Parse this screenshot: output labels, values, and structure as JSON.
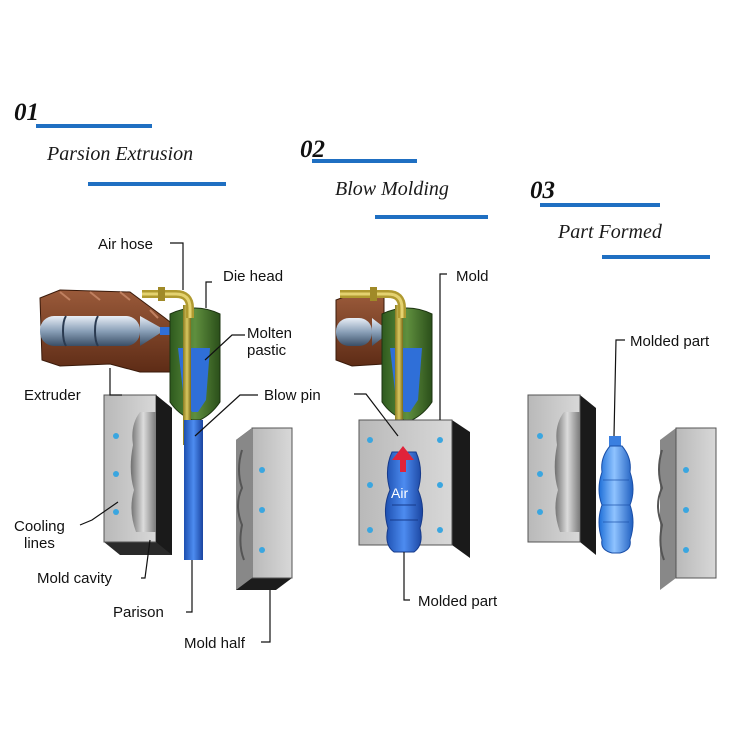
{
  "steps": [
    {
      "number": "01",
      "title": "Parsion Extrusion"
    },
    {
      "number": "02",
      "title": "Blow Molding"
    },
    {
      "number": "03",
      "title": "Part Formed"
    }
  ],
  "labels": {
    "air_hose": "Air hose",
    "die_head": "Die head",
    "molten_plastic": "Molten\npastic",
    "extruder": "Extruder",
    "blow_pin": "Blow pin",
    "cooling_lines": "Cooling\nlines",
    "mold_cavity": "Mold cavity",
    "parison": "Parison",
    "mold_half": "Mold half",
    "mold": "Mold",
    "air": "Air",
    "molded_part_mid": "Molded part",
    "molded_part_right": "Molded part"
  },
  "colors": {
    "accent_bar": "#1f6fc2",
    "plastic_blue": "#2f6fd8",
    "die_green": "#3d6b2a",
    "extruder_brown": "#7a3d22",
    "mold_grey": "#c9c9c9",
    "air_arrow": "#e0233a",
    "cooling_dot": "#3aa6e0"
  }
}
